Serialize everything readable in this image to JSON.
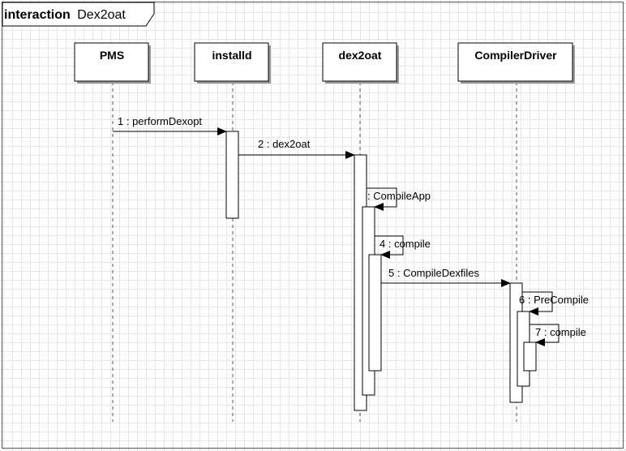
{
  "frame": {
    "keyword": "interaction",
    "name": "Dex2oat"
  },
  "lifelines": [
    {
      "id": "pms",
      "label": "PMS"
    },
    {
      "id": "installd",
      "label": "installd"
    },
    {
      "id": "dex2oat",
      "label": "dex2oat"
    },
    {
      "id": "compilerdriver",
      "label": "CompilerDriver"
    }
  ],
  "messages": [
    {
      "label": "1 : performDexopt",
      "from": "PMS",
      "to": "installd"
    },
    {
      "label": "2 : dex2oat",
      "from": "installd",
      "to": "dex2oat"
    },
    {
      "label": ": CompileApp",
      "from": "dex2oat",
      "to": "dex2oat"
    },
    {
      "label": "4 : compile",
      "from": "dex2oat",
      "to": "dex2oat"
    },
    {
      "label": "5 : CompileDexfiles",
      "from": "dex2oat",
      "to": "CompilerDriver"
    },
    {
      "label": "6 : PreCompile",
      "from": "CompilerDriver",
      "to": "CompilerDriver"
    },
    {
      "label": "7 : compile",
      "from": "CompilerDriver",
      "to": "CompilerDriver"
    }
  ],
  "colors": {
    "line": "#000000",
    "lifeline_dash": "#555555",
    "box_fill": "#ffffff",
    "box_shadow": "#9a9a9a",
    "grid": "#e6e6e6"
  }
}
